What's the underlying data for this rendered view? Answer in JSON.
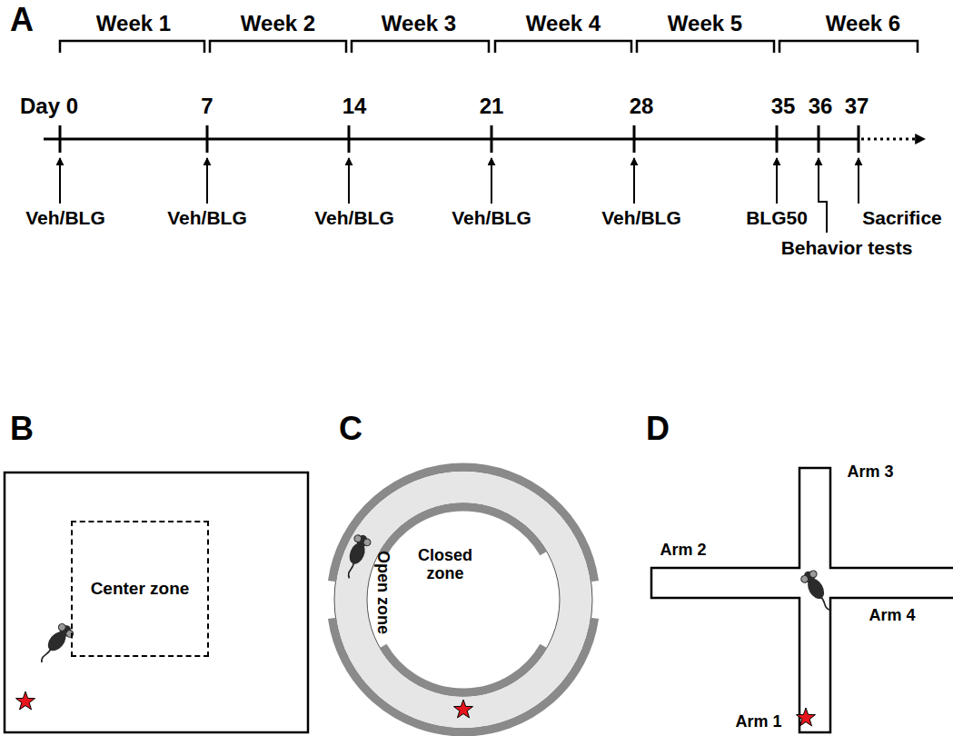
{
  "diagram": {
    "nodes": [
      {
        "text": [
          "Center zone"
        ]
      }
    ],
    "labels": [
      "A",
      "Week 1",
      "Week 2",
      "Week 3",
      "Week 4",
      "Week 5",
      "Week 6",
      "Day 0",
      "7",
      "14",
      "21",
      "28",
      "35",
      "36",
      "37",
      "Veh/BLG",
      "Veh/BLG",
      "Veh/BLG",
      "Veh/BLG",
      "Veh/BLG",
      "BLG50",
      "Sacrifice",
      "Behavior tests",
      "B",
      "C",
      "D",
      "Closed zone",
      "Open zone",
      "Arm 3",
      "Arm 2",
      "Arm 4",
      "Arm 1"
    ]
  }
}
